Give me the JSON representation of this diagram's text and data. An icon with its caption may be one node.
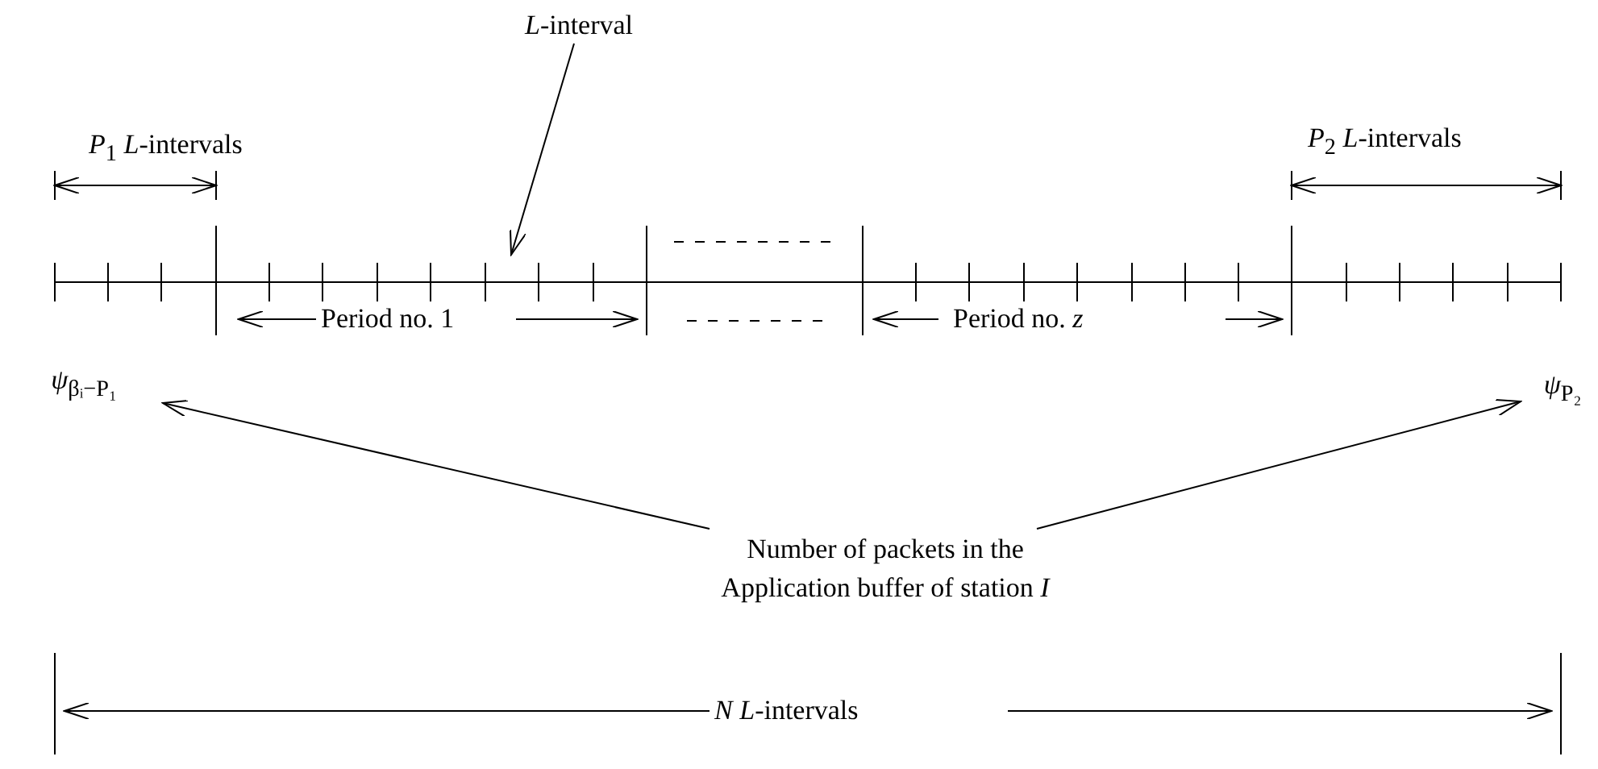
{
  "diagram": {
    "nodes": [
      {
        "text": [
          "*L*-interval"
        ]
      },
      {
        "text": [
          "*ψ*$_{βᵢ−P₁}$"
        ]
      },
      {
        "text": [
          "*ψ*$_{P₂}$"
        ]
      },
      {
        "text": [
          "Number of packets in the Application buffer of station *I*"
        ]
      }
    ],
    "edges": [
      {
        "from": 0,
        "to": null,
        "arrow": "to"
      },
      {
        "from": 3,
        "to": 1,
        "arrow": "to"
      },
      {
        "from": 3,
        "to": 2,
        "arrow": "to"
      }
    ],
    "labels": [
      "*P*$_{1}$  *L*-intervals",
      "*P*$_{2}$  *L*-intervals",
      "Period no. 1",
      "Period no. *z*",
      "*N*  *L*-intervals"
    ]
  }
}
